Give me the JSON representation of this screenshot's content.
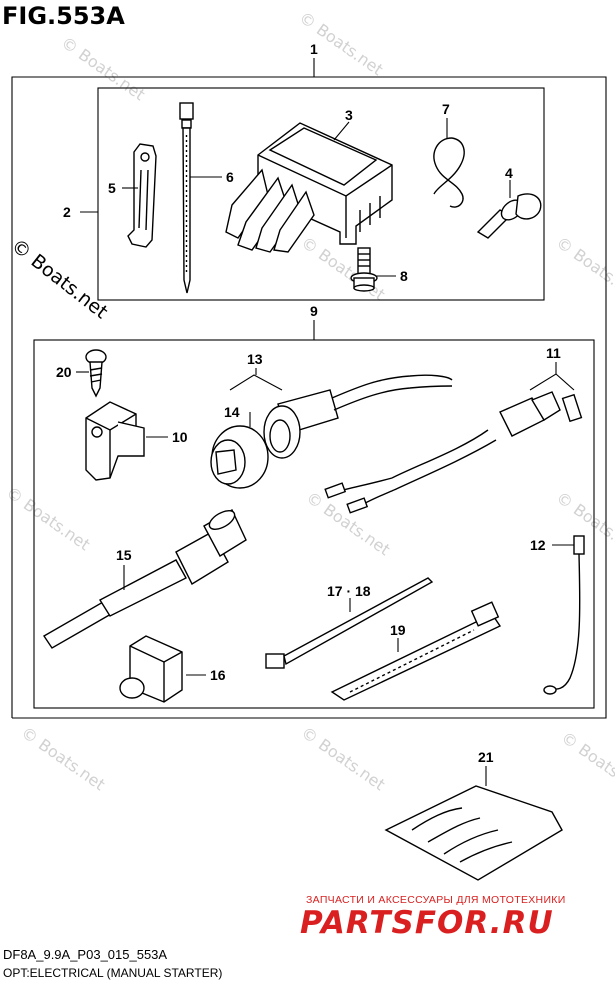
{
  "figure": {
    "title": "FIG.553A",
    "code": "DF8A_9.9A_P03_015_553A",
    "subtitle": "OPT:ELECTRICAL (MANUAL STARTER)"
  },
  "callouts": {
    "c1": "1",
    "c2": "2",
    "c3": "3",
    "c4": "4",
    "c5": "5",
    "c6": "6",
    "c7": "7",
    "c8": "8",
    "c9": "9",
    "c10": "10",
    "c11": "11",
    "c12": "12",
    "c13": "13",
    "c14": "14",
    "c15": "15",
    "c16": "16",
    "c17_18": "17 · 18",
    "c19": "19",
    "c20": "20",
    "c21": "21"
  },
  "watermark": {
    "text": "© Boats.net",
    "ru_tagline": "ЗАПЧАСТИ И АКСЕССУАРЫ ДЛЯ МОТОТЕХНИКИ",
    "ru_logo": "PARTSFOR.RU"
  },
  "colors": {
    "line": "#000000",
    "watermark_gray": "#9a9a9a",
    "logo_red": "#d91f1f"
  }
}
